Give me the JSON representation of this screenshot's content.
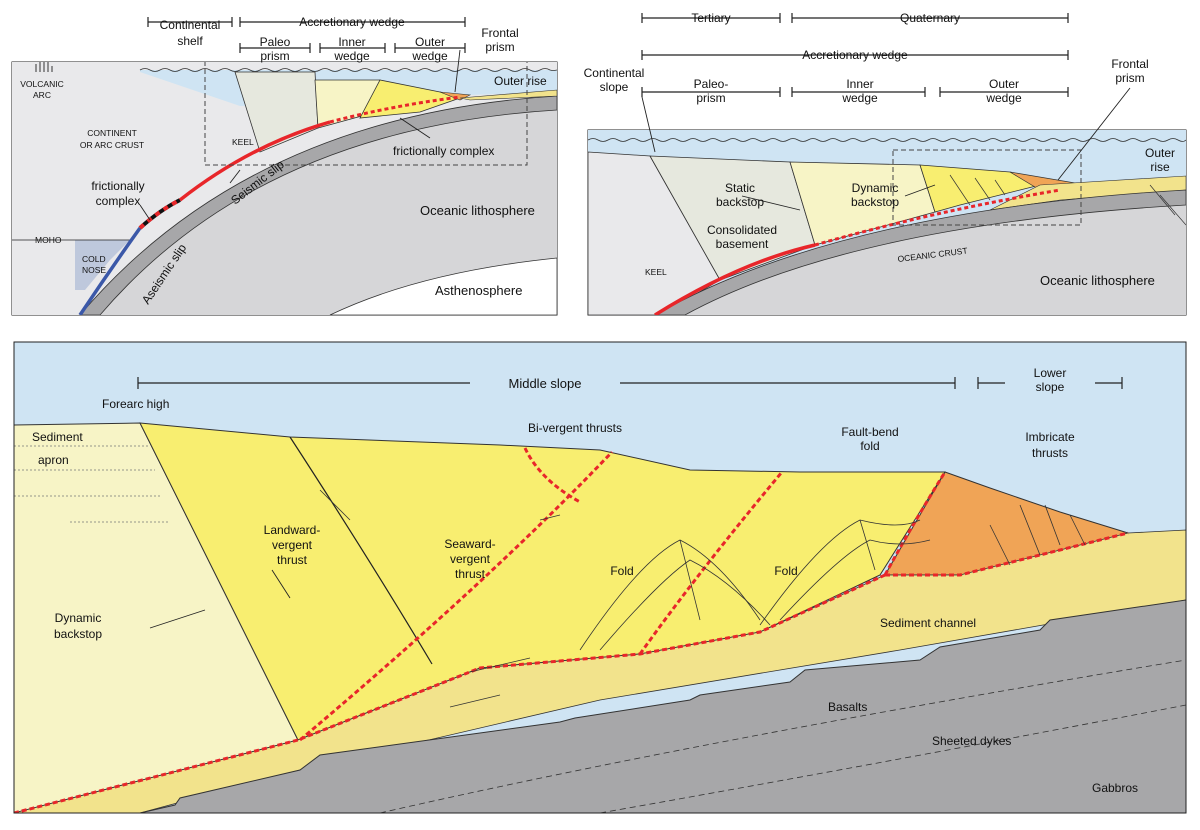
{
  "panel_a": {
    "scale_labels": {
      "continental_shelf": [
        "Continental",
        "shelf"
      ],
      "accretionary_wedge": "Accretionary wedge",
      "paleo_prism": [
        "Paleo",
        "prism"
      ],
      "inner_wedge": [
        "Inner",
        "wedge"
      ],
      "outer_wedge": [
        "Outer",
        "wedge"
      ],
      "frontal_prism": [
        "Frontal",
        "prism"
      ]
    },
    "labels": {
      "volcanic_arc": [
        "VOLCANIC",
        "ARC"
      ],
      "continent": [
        "CONTINENT",
        "OR ARC CRUST"
      ],
      "keel": "KEEL",
      "outer_rise": "Outer rise",
      "frictionally_complex_upper": "frictionally complex",
      "frictionally_complex_lower": [
        "frictionally",
        "complex"
      ],
      "seismic_slip": "Seismic slip",
      "aseismic_slip": "Aseismic slip",
      "moho": "MOHO",
      "cold_nose": [
        "COLD",
        "NOSE"
      ],
      "oceanic_lithosphere": "Oceanic lithosphere",
      "asthenosphere": "Asthenosphere"
    }
  },
  "panel_b": {
    "scale_labels": {
      "tertiary": "Tertiary",
      "quaternary": "Quaternary",
      "accretionary_wedge": "Accretionary wedge",
      "continental_slope": [
        "Continental",
        "slope"
      ],
      "paleo_prism": [
        "Paleo-",
        "prism"
      ],
      "inner_wedge": [
        "Inner",
        "wedge"
      ],
      "outer_wedge": [
        "Outer",
        "wedge"
      ],
      "frontal_prism": [
        "Frontal",
        "prism"
      ]
    },
    "labels": {
      "outer_rise": [
        "Outer",
        "rise"
      ],
      "static_backstop": [
        "Static",
        "backstop"
      ],
      "dynamic_backstop": [
        "Dynamic",
        "backstop"
      ],
      "consolidated_basement": [
        "Consolidated",
        "basement"
      ],
      "keel": "KEEL",
      "oceanic_crust": "OCEANIC CRUST",
      "oceanic_lithosphere": "Oceanic lithosphere"
    }
  },
  "panel_c": {
    "scale_labels": {
      "middle_slope": "Middle slope",
      "lower_slope": [
        "Lower",
        "slope"
      ],
      "forearc_high": "Forearc high"
    },
    "labels": {
      "sediment_apron": [
        "Sediment",
        "apron"
      ],
      "bi_vergent_thrusts": "Bi-vergent thrusts",
      "fault_bend_fold": [
        "Fault-bend",
        "fold"
      ],
      "imbricate_thrusts": [
        "Imbricate",
        "thrusts"
      ],
      "landward_vergent_thrust": [
        "Landward-",
        "vergent",
        "thrust"
      ],
      "seaward_vergent_thrust": [
        "Seaward-",
        "vergent",
        "thrust"
      ],
      "fold_1": "Fold",
      "fold_2": "Fold",
      "dynamic_backstop": [
        "Dynamic",
        "backstop"
      ],
      "sediment_channel": "Sediment channel",
      "basalts": "Basalts",
      "sheeted_dykes": "Sheeted dykes",
      "gabbros": "Gabbros"
    }
  },
  "colors": {
    "sea": "#cfe4f3",
    "continent": "#e9e9eb",
    "paleo_prism": "#e6e8de",
    "inner_wedge": "#f7f4c6",
    "outer_wedge": "#f8ee70",
    "frontal": "#f0a456",
    "sediment": "#f2e38c",
    "slab": "#a7a7a9",
    "oceanic_lith": "#d6d6d8",
    "asthenosphere": "#ffffff",
    "cold_nose": "#b3bfd8",
    "seismic": "#e8262a",
    "aseismic": "#3b58a8"
  }
}
